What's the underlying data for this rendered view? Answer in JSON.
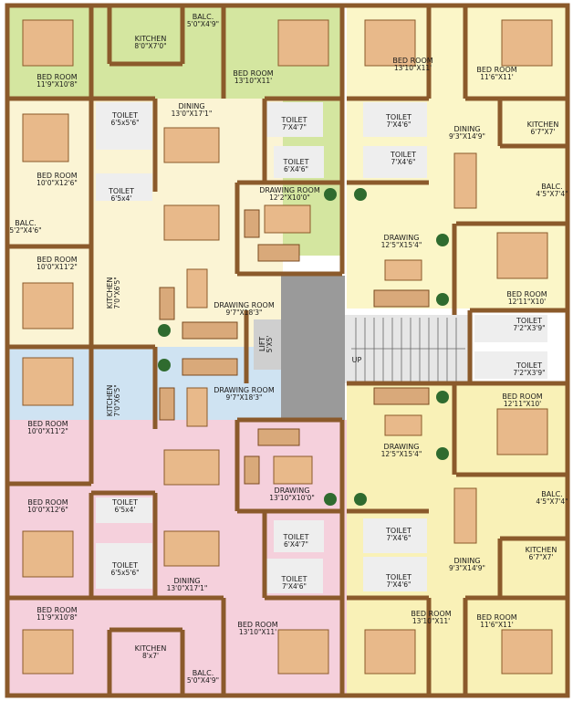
{
  "rooms": {
    "bed_tl_top": {
      "name": "BED ROOM",
      "dim": "11'9\"X10'8\""
    },
    "kitchen_tl": {
      "name": "KITCHEN",
      "dim": "8'0\"X7'0\""
    },
    "balc_tl": {
      "name": "BALC.",
      "dim": "5'0\"X4'9\""
    },
    "bed_top_mid": {
      "name": "BED ROOM",
      "dim": "13'10\"X11'"
    },
    "dining_tl": {
      "name": "DINING",
      "dim": "13'0\"X17'1\""
    },
    "toilet_l1": {
      "name": "TOILET",
      "dim": "6'5x5'6\""
    },
    "bed_l2": {
      "name": "BED ROOM",
      "dim": "10'0\"X12'6\""
    },
    "toilet_l2": {
      "name": "TOILET",
      "dim": "6'5x4'"
    },
    "toilet_c1": {
      "name": "TOILET",
      "dim": "7'X4'7\""
    },
    "toilet_c2": {
      "name": "TOILET",
      "dim": "6'X4'6\""
    },
    "drawing_c1": {
      "name": "DRAWING ROOM",
      "dim": "12'2\"X10'0\""
    },
    "balc_l": {
      "name": "BALC.",
      "dim": "5'2\"X4'6\""
    },
    "bed_l3": {
      "name": "BED ROOM",
      "dim": "10'0\"X11'2\""
    },
    "kitchen_l3": {
      "name": "KITCHEN",
      "dim": "7'0\"X6'5\""
    },
    "drawing_l1": {
      "name": "DRAWING ROOM",
      "dim": "9'7\"X18'3\""
    },
    "lift": {
      "name": "LIFT",
      "dim": "5'X5'"
    },
    "up": {
      "name": "UP"
    },
    "drawing_l2": {
      "name": "DRAWING ROOM",
      "dim": "9'7\"X18'3\""
    },
    "bed_l4": {
      "name": "BED ROOM",
      "dim": "10'0\"X11'2\""
    },
    "kitchen_l4": {
      "name": "KITCHEN",
      "dim": "7'0\"X6'5\""
    },
    "bed_l5": {
      "name": "BED ROOM",
      "dim": "10'0\"X12'6\""
    },
    "toilet_l5a": {
      "name": "TOILET",
      "dim": "6'5x4'"
    },
    "toilet_l5b": {
      "name": "TOILET",
      "dim": "6'5x5'6\""
    },
    "drawing_c2": {
      "name": "DRAWING",
      "dim": "13'10\"X10'0\""
    },
    "toilet_c3": {
      "name": "TOILET",
      "dim": "6'X4'7\""
    },
    "toilet_c4": {
      "name": "TOILET",
      "dim": "7'X4'6\""
    },
    "dining_bl": {
      "name": "DINING",
      "dim": "13'0\"X17'1\""
    },
    "bed_bl": {
      "name": "BED ROOM",
      "dim": "11'9\"X10'8\""
    },
    "bed_bot_mid": {
      "name": "BED ROOM",
      "dim": "13'10\"X11'"
    },
    "kitchen_bl": {
      "name": "KITCHEN",
      "dim": "8'x7'"
    },
    "balc_bl": {
      "name": "BALC.",
      "dim": "5'0\"X4'9\""
    },
    "bed_tr1": {
      "name": "BED ROOM",
      "dim": "13'10\"X11'"
    },
    "bed_tr2": {
      "name": "BED ROOM",
      "dim": "11'6\"X11'"
    },
    "toilet_r1": {
      "name": "TOILET",
      "dim": "7'X4'6\""
    },
    "toilet_r2": {
      "name": "TOILET",
      "dim": "7'X4'6\""
    },
    "dining_tr": {
      "name": "DINING",
      "dim": "9'3\"X14'9\""
    },
    "kitchen_tr": {
      "name": "KITCHEN",
      "dim": "6'7\"X7'"
    },
    "balc_tr": {
      "name": "BALC.",
      "dim": "4'5\"X7'4\""
    },
    "drawing_r1": {
      "name": "DRAWING",
      "dim": "12'5\"X15'4\""
    },
    "bed_r2": {
      "name": "BED ROOM",
      "dim": "12'11\"X10'"
    },
    "toilet_r3": {
      "name": "TOILET",
      "dim": "7'2\"X3'9\""
    },
    "toilet_r4": {
      "name": "TOILET",
      "dim": "7'2\"X3'9\""
    },
    "bed_r3": {
      "name": "BED ROOM",
      "dim": "12'11\"X10'"
    },
    "drawing_r2": {
      "name": "DRAWING",
      "dim": "12'5\"X15'4\""
    },
    "balc_br": {
      "name": "BALC.",
      "dim": "4'5\"X7'4\""
    },
    "toilet_r5": {
      "name": "TOILET",
      "dim": "7'X4'6\""
    },
    "toilet_r6": {
      "name": "TOILET",
      "dim": "7'X4'6\""
    },
    "dining_br": {
      "name": "DINING",
      "dim": "9'3\"X14'9\""
    },
    "kitchen_br": {
      "name": "KITCHEN",
      "dim": "6'7\"X7'"
    },
    "bed_br1": {
      "name": "BED ROOM",
      "dim": "13'10\"X11'"
    },
    "bed_br2": {
      "name": "BED ROOM",
      "dim": "11'6\"X11'"
    }
  },
  "colors": {
    "wall": "#8b5a2b",
    "unit_top_left": "#d4e6a0",
    "unit_left": "#fbf4d4",
    "unit_left_blue": "#cfe3f2",
    "unit_bottom_pink": "#f5d0dc",
    "unit_right_yellow": "#f9f1b7",
    "unit_right_top": "#fbf6c8",
    "core": "#9a9a9a",
    "bed": "#e8b98a",
    "toilet": "#eeeeee"
  }
}
